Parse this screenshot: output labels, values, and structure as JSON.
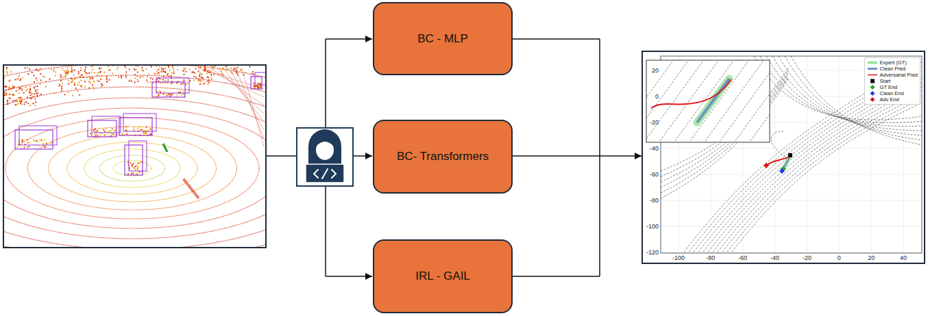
{
  "diagram": {
    "nodes": [
      {
        "text": [
          "BC - MLP"
        ]
      },
      {
        "text": [
          "BC- Transformers"
        ]
      },
      {
        "text": [
          "IRL - GAIL"
        ]
      }
    ],
    "labels": [
      "20",
      "0",
      "-20",
      "-40",
      "-60",
      "-80",
      "-100",
      "-120",
      "-100",
      "-80",
      "-60",
      "-40",
      "-20",
      "0",
      "20",
      "40"
    ],
    "legend": [
      {
        "text": "Expert (GT)"
      },
      {
        "text": "Clean Pred"
      },
      {
        "text": "Adversarial Pred"
      },
      {
        "text": "Start"
      },
      {
        "text": "GT End"
      },
      {
        "text": "Clean End"
      },
      {
        "text": "Adv End"
      }
    ]
  }
}
